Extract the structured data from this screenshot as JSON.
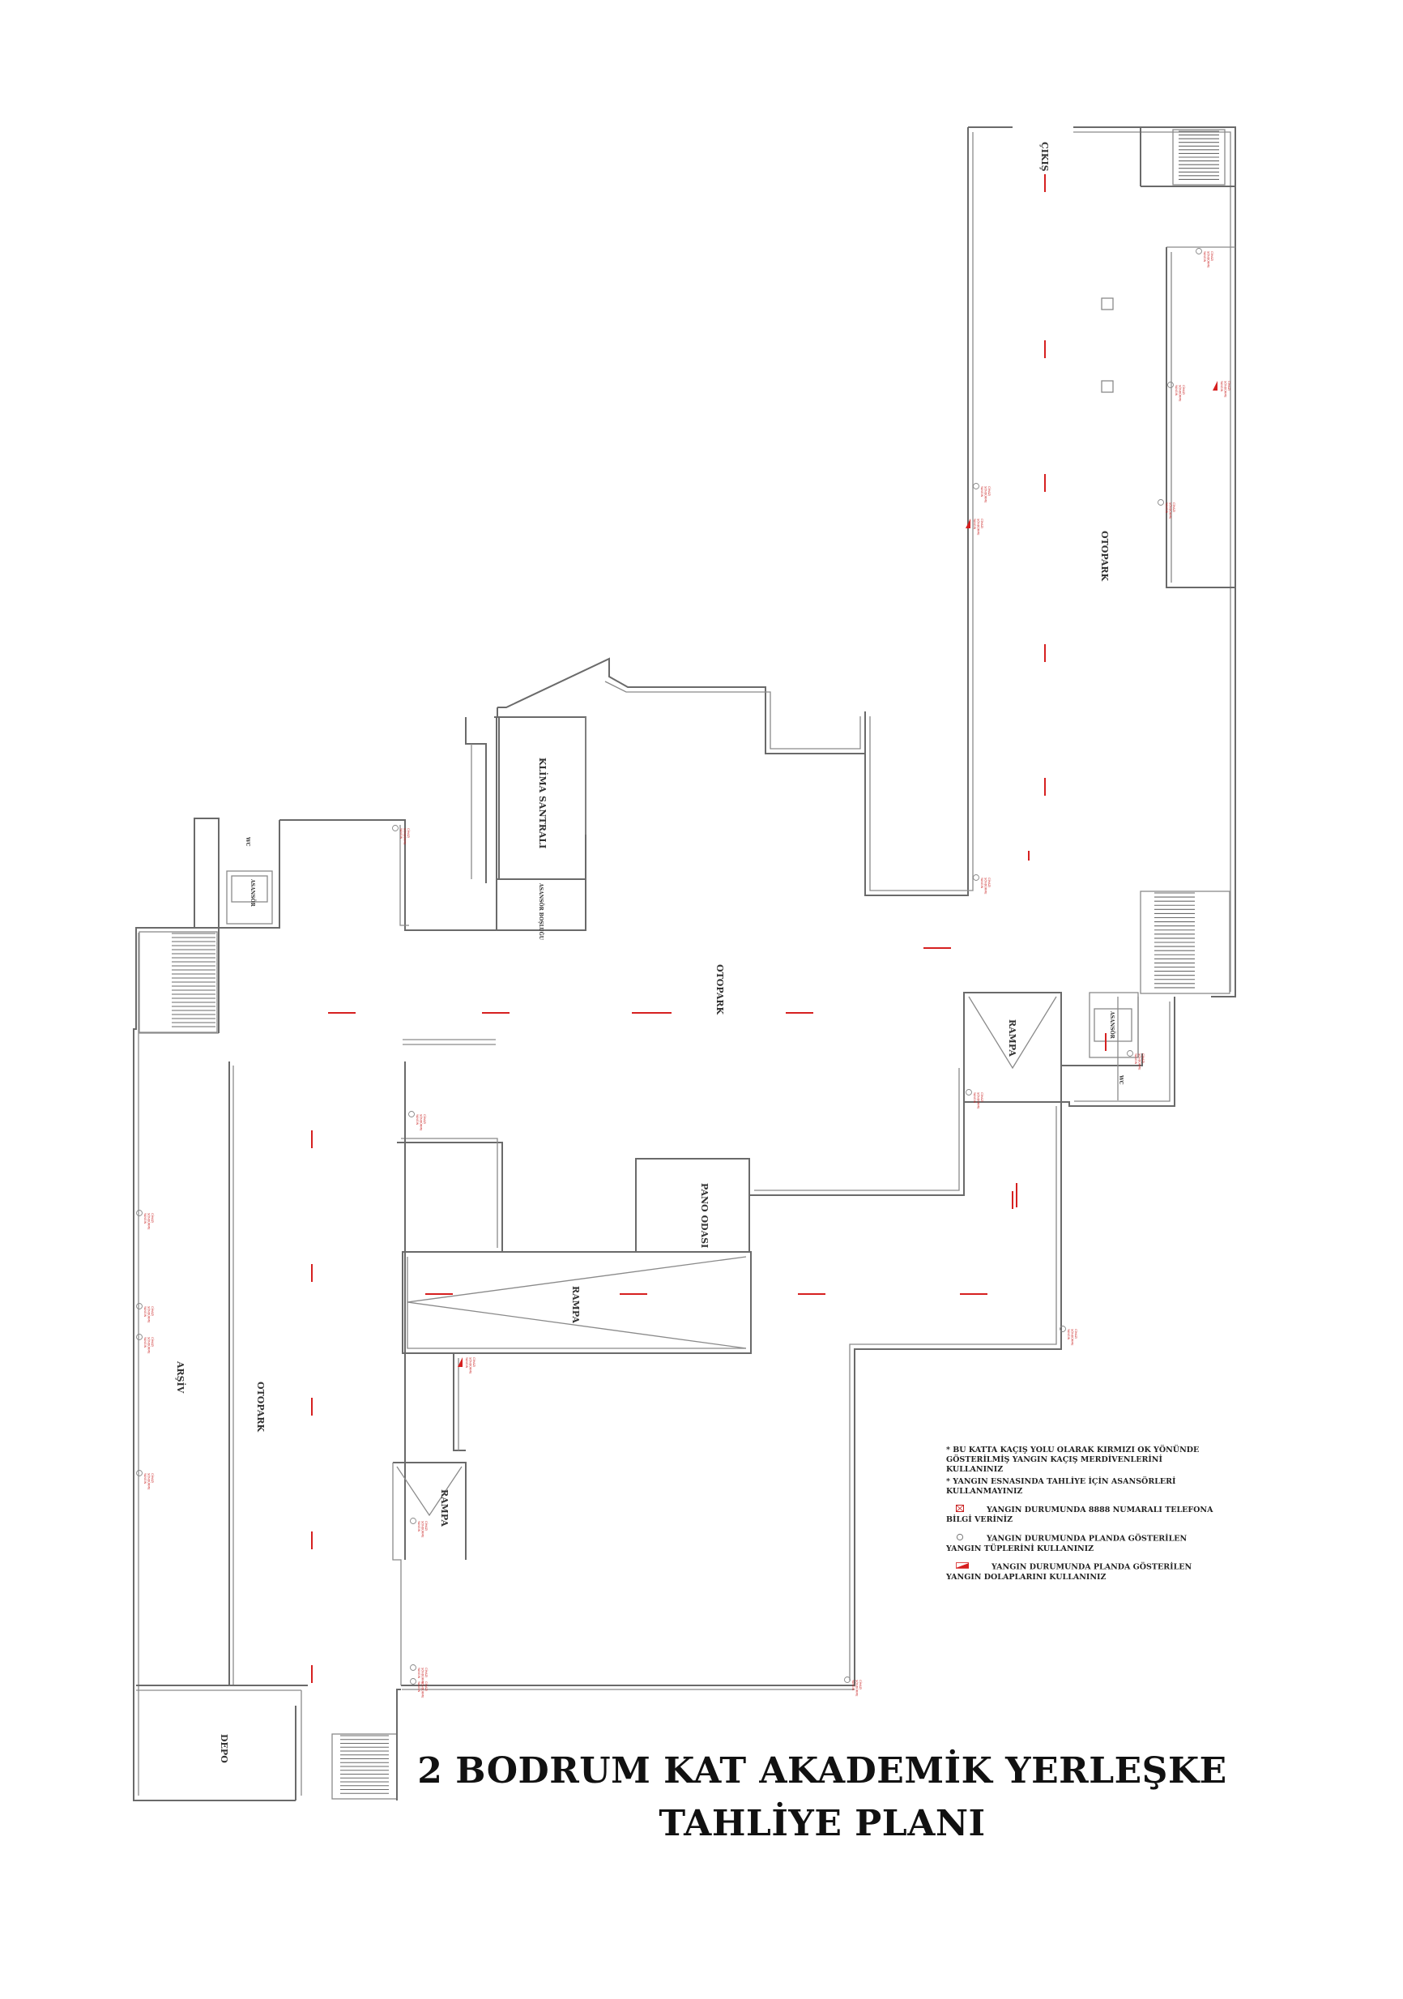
{
  "title_line1": "2 BODRUM KAT AKADEMİK YERLEŞKE",
  "title_line2": "TAHLİYE PLANI",
  "labels": {
    "cikis": "ÇIKIŞ",
    "otopark_north": "OTOPARK",
    "otopark_center": "OTOPARK",
    "otopark_west": "OTOPARK",
    "klima": "KLİMA SANTRALI",
    "asansor_boslugu": "ASANSÖR BOŞLUĞU",
    "asansor_w": "ASANSÖR",
    "asansor_e": "ASANSÖR",
    "wc_w": "WC",
    "wc_e": "WC",
    "rampa_e": "RAMPA",
    "rampa_center": "RAMPA",
    "rampa_sw": "RAMPA",
    "pano": "PANO ODASI",
    "arsiv": "ARŞİV",
    "depo": "DEPO"
  },
  "equipment_label": [
    "YANGIN",
    "SÖNDÜRME",
    "CİHAZI"
  ],
  "legend": {
    "note1": "* BU KATTA KAÇIŞ YOLU OLARAK KIRMIZI OK YÖNÜNDE GÖSTERİLMİŞ YANGIN KAÇIŞ MERDİVENLERİNİ KULLANINIZ",
    "note2": "* YANGIN ESNASINDA TAHLİYE İÇİN ASANSÖRLERİ KULLANMAYINIZ",
    "phone": "YANGIN DURUMUNDA 8888 NUMARALI TELEFONA BİLGİ VERİNİZ",
    "extinguisher": "YANGIN DURUMUNDA PLANDA GÖSTERİLEN YANGIN TÜPLERİNİ KULLANINIZ",
    "cabinet": "YANGIN DURUMUNDA PLANDA GÖSTERİLEN YANGIN DOLAPLARINI KULLANINIZ"
  },
  "colors": {
    "wall": "#6a6a6a",
    "exit_arrow": "#d62020"
  }
}
